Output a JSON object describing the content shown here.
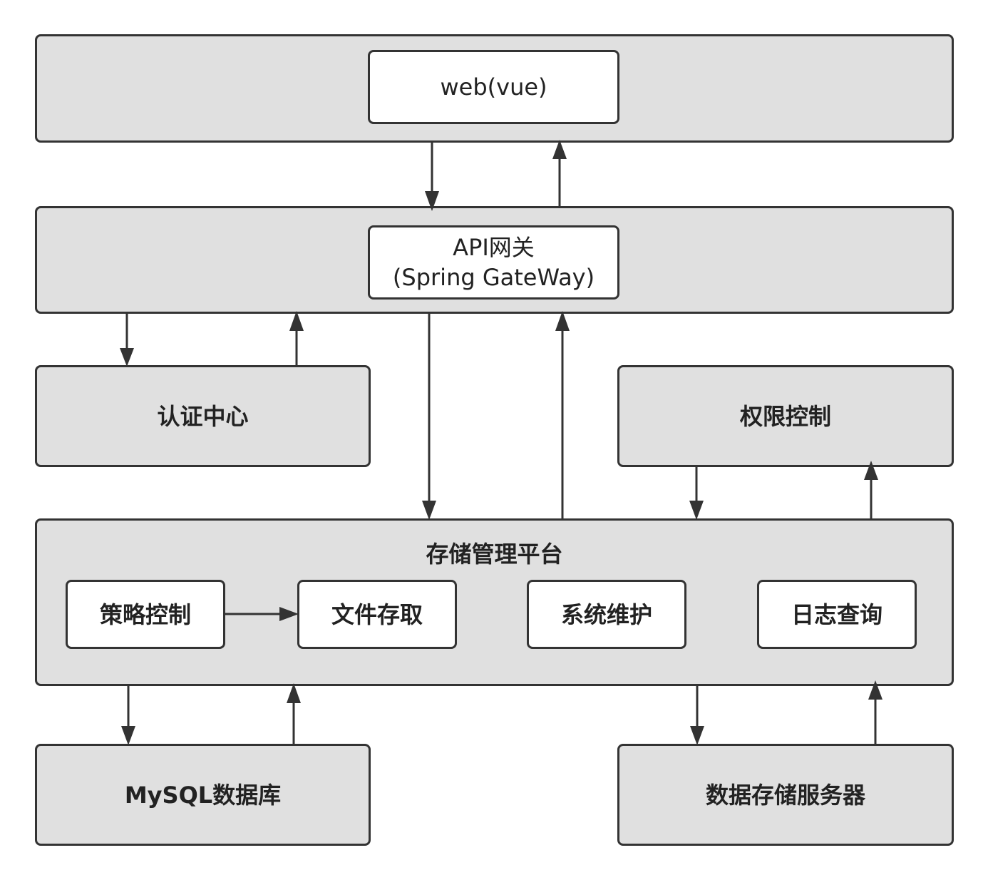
{
  "nodes": {
    "web": "web(vue)",
    "gateway_line1": "API网关",
    "gateway_line2": "(Spring GateWay)",
    "auth": "认证中心",
    "permission": "权限控制",
    "platform_title": "存储管理平台",
    "policy": "策略控制",
    "file_access": "文件存取",
    "maintenance": "系统维护",
    "log_query": "日志查询",
    "mysql": "MySQL数据库",
    "storage_server": "数据存储服务器"
  },
  "colors": {
    "panel_fill": "#e0e0e0",
    "box_fill": "#ffffff",
    "stroke": "#333333"
  }
}
